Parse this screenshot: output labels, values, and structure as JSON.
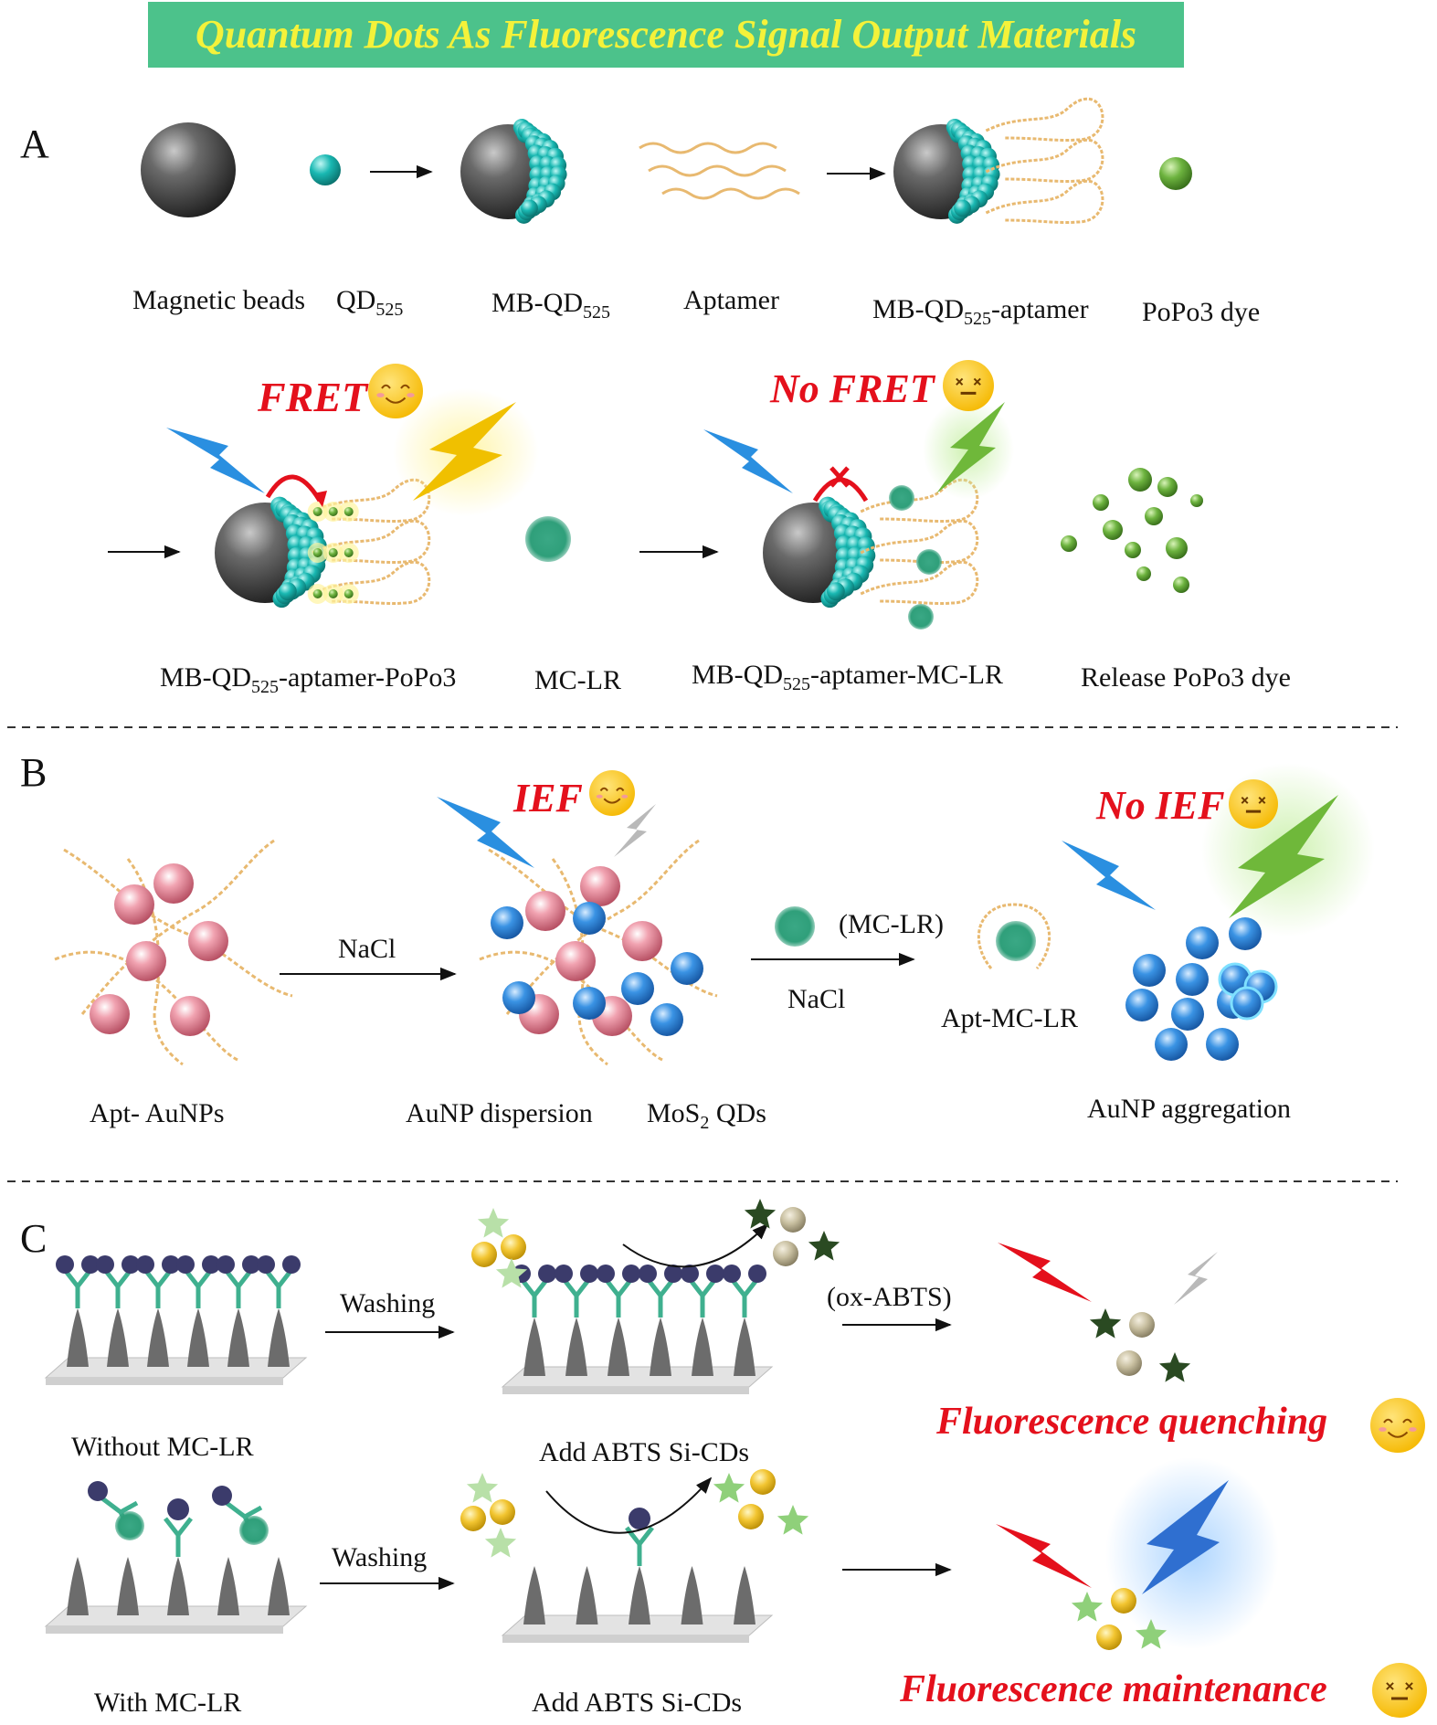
{
  "title": "Quantum Dots As Fluorescence Signal Output Materials",
  "colors": {
    "banner": "#4cc28b",
    "banner_text": "#f4f23a",
    "quantum_dot": "#13b5b0",
    "magnetic_bead": "#4a4a4a",
    "aptamer": "#e8b970",
    "popo3_dye": "#6db33f",
    "mc_lr": "#2f9f7a",
    "aunp": "#e88a9a",
    "mos2_qd": "#2f8ce0",
    "excitation_bolt": "#2a8fe0",
    "emission_yellow": "#f0c000",
    "emission_green": "#6fb83a",
    "emission_gray": "#b9b9b9",
    "red_bolt": "#e4101c",
    "blue_glow_bolt": "#2f6fd0",
    "text_red": "#e4101c"
  },
  "panel_a": {
    "letter": "A",
    "labels": {
      "magnetic_beads": "Magnetic beads",
      "qd525_main": "QD",
      "qd525_sub": "525",
      "mbqd_main": "MB-QD",
      "mbqd_sub": "525",
      "aptamer": "Aptamer",
      "mbqdapt_main": "MB-QD",
      "mbqdapt_sub": "525",
      "mbqdapt_tail": "-aptamer",
      "popo3": "PoPo3 dye",
      "popo_complex_main": "MB-QD",
      "popo_complex_sub": "525",
      "popo_complex_tail": "-aptamer-PoPo3",
      "mclr": "MC-LR",
      "mclr_complex_main": "MB-QD",
      "mclr_complex_sub": "525",
      "mclr_complex_tail": "-aptamer-MC-LR",
      "release": "Release PoPo3 dye"
    },
    "fret": "FRET",
    "no_fret": "No FRET",
    "face_happy": "happy-face",
    "face_neutral": "neutral-face"
  },
  "panel_b": {
    "letter": "B",
    "ief": "IEF",
    "no_ief": "No IEF",
    "nacl_1": "NaCl",
    "mclr_paren": "(MC-LR)",
    "nacl_2": "NaCl",
    "labels": {
      "apt_aunps": "Apt- AuNPs",
      "aunp_dispersion": "AuNP  dispersion",
      "mos2_main": "MoS",
      "mos2_sub": "2",
      "mos2_tail": " QDs",
      "apt_mclr": "Apt-MC-LR",
      "aunp_aggregation": "AuNP  aggregation"
    }
  },
  "panel_c": {
    "letter": "C",
    "washing_1": "Washing",
    "washing_2": "Washing",
    "ox_abts": "(ox-ABTS)",
    "without_mclr": "Without MC-LR",
    "with_mclr": "With MC-LR",
    "add_abts_1": "Add ABTS Si-CDs",
    "add_abts_2": "Add ABTS Si-CDs",
    "fluor_quench": "Fluorescence quenching",
    "fluor_maint": "Fluorescence  maintenance"
  }
}
